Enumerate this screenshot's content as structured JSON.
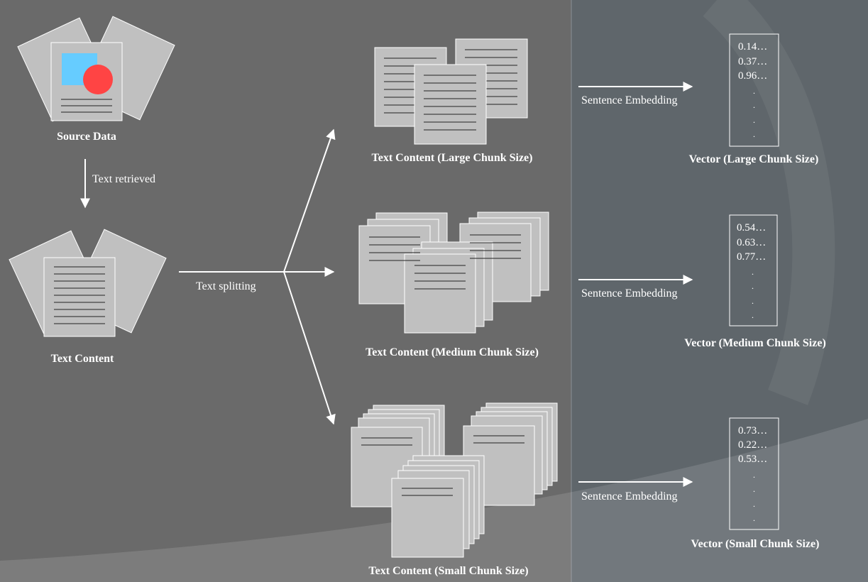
{
  "source": {
    "label": "Source Data"
  },
  "retrieve": {
    "label": "Text retrieved"
  },
  "text_content": {
    "label": "Text Content"
  },
  "splitting": {
    "label": "Text splitting"
  },
  "chunks": [
    {
      "label": "Text Content (Large Chunk Size)"
    },
    {
      "label": "Text Content (Medium Chunk Size)"
    },
    {
      "label": "Text Content (Small Chunk Size)"
    }
  ],
  "embedding": {
    "label": "Sentence Embedding"
  },
  "vectors": [
    {
      "label": "Vector (Large Chunk Size)",
      "values": [
        "0.14…",
        "0.37…",
        "0.96…"
      ]
    },
    {
      "label": "Vector (Medium Chunk Size)",
      "values": [
        "0.54…",
        "0.63…",
        "0.77…"
      ]
    },
    {
      "label": "Vector (Small Chunk Size)",
      "values": [
        "0.73…",
        "0.22…",
        "0.53…"
      ]
    }
  ],
  "colors": {
    "background_left": "#6a6a6a",
    "background_right": "#5f666b",
    "page_fill": "#c0c0c0",
    "page_lines": "#222222",
    "blue_shape": "#66ccff",
    "red_shape": "#ff4444"
  }
}
